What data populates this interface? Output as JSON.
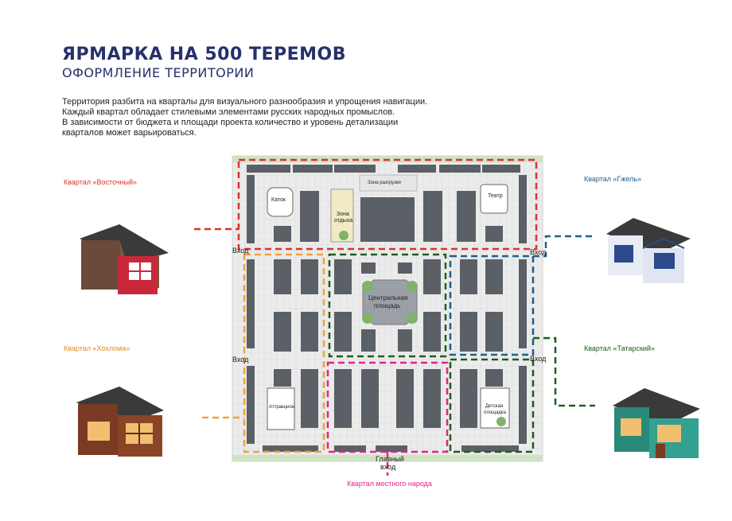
{
  "header": {
    "title": "ЯРМАРКА НА 500 ТЕРЕМОВ",
    "subtitle": "ОФОРМЛЕНИЕ ТЕРРИТОРИИ"
  },
  "description": [
    "Территория разбита на кварталы для визуального разнообразия и упрощения навигации.",
    "Каждый квартал обладает стилевыми элементами русских народных промыслов.",
    "В зависимости от бюджета и площади проекта количество и уровень детализации",
    "кварталов может варьироваться."
  ],
  "quarters": {
    "vostochny": {
      "label": "Квартал «Восточный»",
      "color": "#d9342b"
    },
    "khokhloma": {
      "label": "Квартал «Хохлома»",
      "color": "#f0a23a"
    },
    "gzhel": {
      "label": "Квартал «Гжель»",
      "color": "#1f5f8b"
    },
    "tatarsky": {
      "label": "Квартал «Татарский»",
      "color": "#1f5c1f"
    },
    "mestny": {
      "label": "Квартал местного народа",
      "color": "#e0267f"
    }
  },
  "plan": {
    "entrance": "Вход",
    "main_entrance_1": "Главный",
    "main_entrance_2": "вход",
    "rink": "Каток",
    "rest_1": "Зона",
    "rest_2": "отдыха",
    "unloading": "Зона разгрузки",
    "theater": "Театр",
    "central_1": "Центральная",
    "central_2": "площадь",
    "attraction": "Аттракцион",
    "kids_1": "Детская",
    "kids_2": "площадка"
  },
  "colors": {
    "title": "#27306b",
    "plan_ground": "#e6e6e6",
    "stall": "#555a60",
    "stall_light": "#9aa0a6",
    "green": "#7fb36b"
  }
}
